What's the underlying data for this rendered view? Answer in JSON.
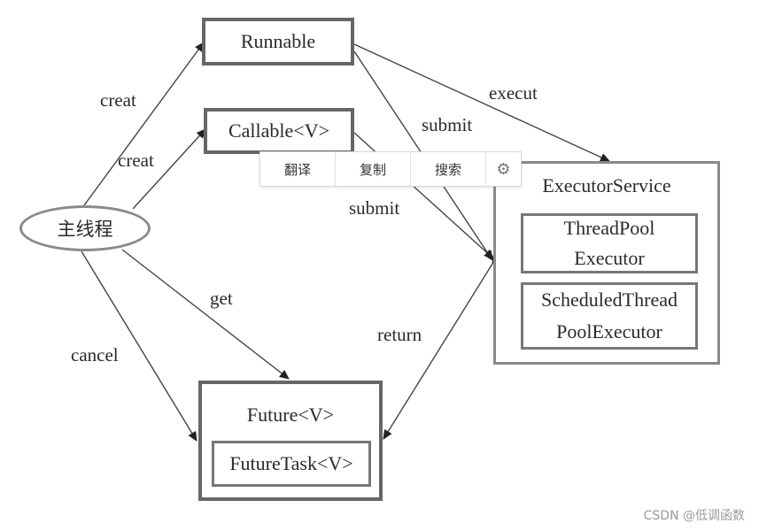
{
  "nodes": {
    "runnable": "Runnable",
    "callable": "Callable<V>",
    "main_thread": "主线程",
    "executor_service": "ExecutorService",
    "thread_pool_executor": [
      "ThreadPool",
      "Executor"
    ],
    "scheduled_thread_pool_executor": [
      "ScheduledThread",
      "PoolExecutor"
    ],
    "future": "Future<V>",
    "future_task": "FutureTask<V>"
  },
  "edges": {
    "creat_runnable": "creat",
    "creat_callable": "creat",
    "execut": "execut",
    "submit_runnable": "submit",
    "submit_callable": "submit",
    "get": "get",
    "cancel": "cancel",
    "return": "return"
  },
  "popup": {
    "translate": "翻译",
    "copy": "复制",
    "search": "搜索",
    "settings_icon": "gear-icon"
  },
  "watermark": "CSDN @低调函数"
}
